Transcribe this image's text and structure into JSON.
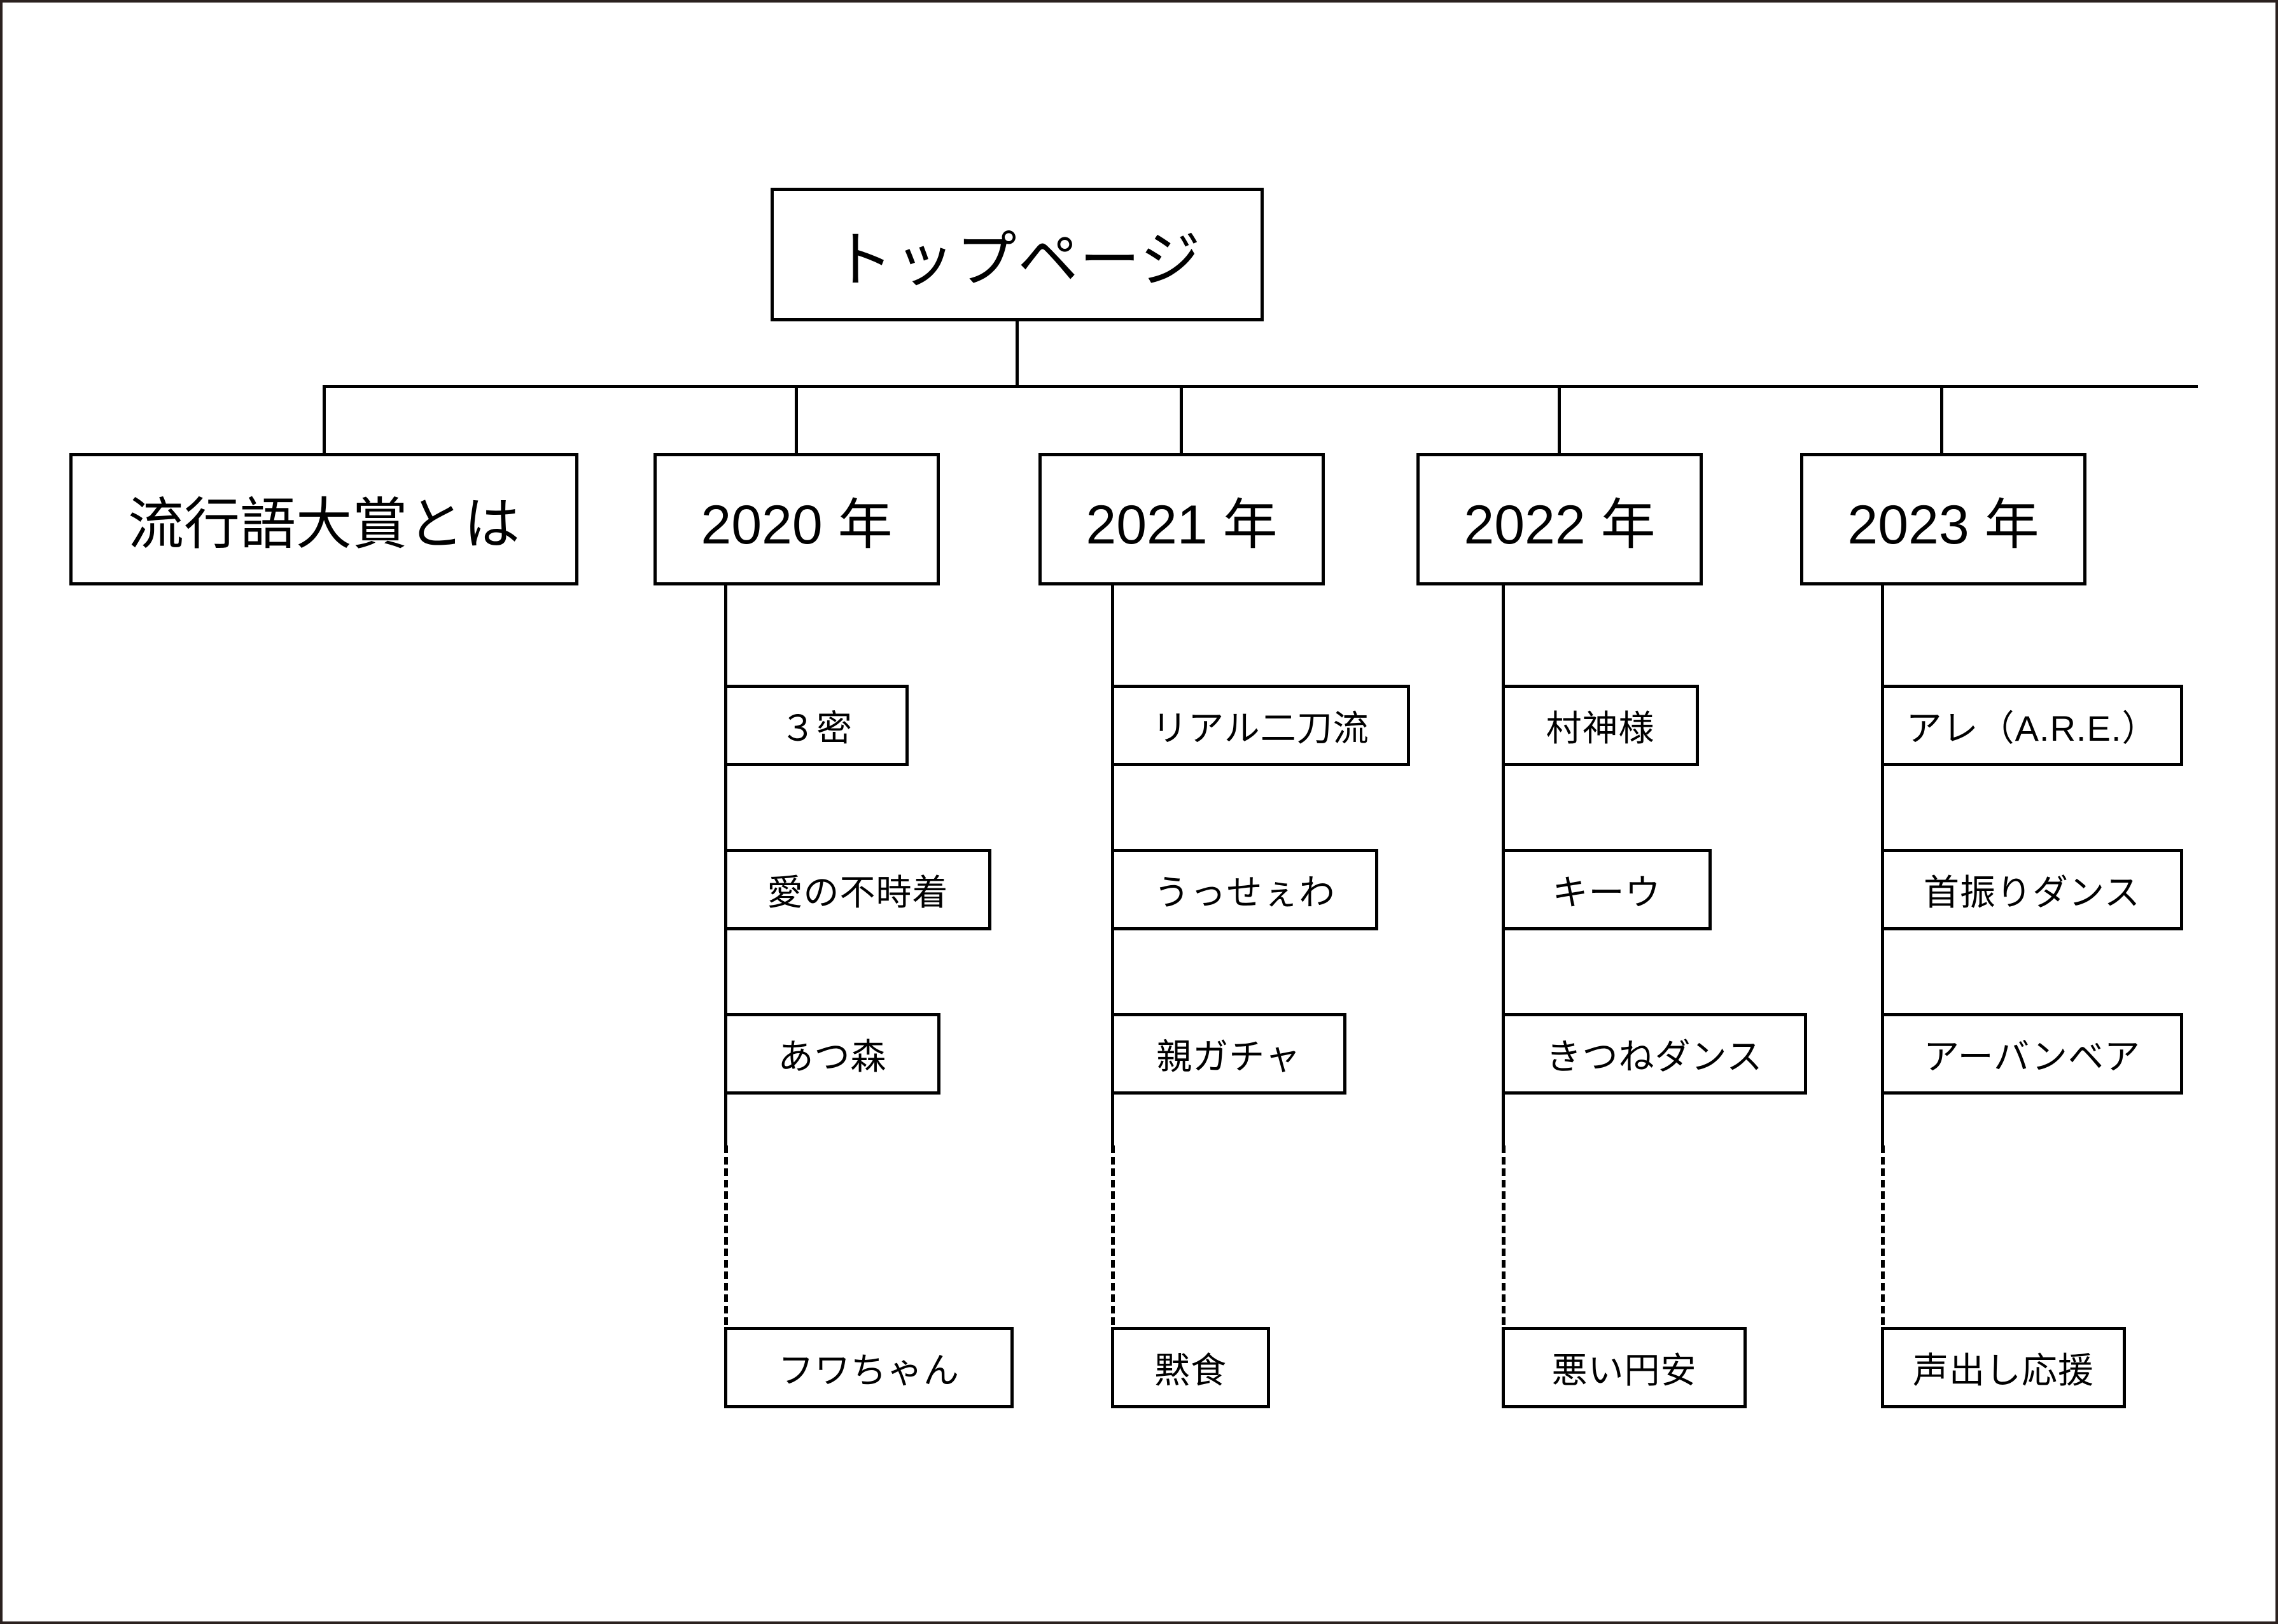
{
  "diagram": {
    "type": "sitemap-tree",
    "title_node": "トップページ",
    "root": {
      "label": "トップページ"
    },
    "level2": [
      {
        "label": "流行語大賞とは"
      },
      {
        "label": "2020 年"
      },
      {
        "label": "2021 年"
      },
      {
        "label": "2022 年"
      },
      {
        "label": "2023 年"
      }
    ],
    "columns": [
      {
        "year": "2020 年",
        "children": [
          "３密",
          "愛の不時着",
          "あつ森"
        ],
        "truncation": "dashed-connector",
        "last_child": "フワちゃん"
      },
      {
        "year": "2021 年",
        "children": [
          "リアル二刀流",
          "うっせぇわ",
          "親ガチャ"
        ],
        "truncation": "dashed-connector",
        "last_child": "黙食"
      },
      {
        "year": "2022 年",
        "children": [
          "村神様",
          "キーウ",
          "きつねダンス"
        ],
        "truncation": "dashed-connector",
        "last_child": "悪い円安"
      },
      {
        "year": "2023 年",
        "children": [
          "アレ（A.R.E.）",
          "首振りダンス",
          "アーバンベア"
        ],
        "truncation": "dashed-connector",
        "last_child": "声出し応援"
      }
    ],
    "colors": {
      "stroke": "#000000",
      "fill": "#ffffff",
      "frame": "#2b211f"
    }
  }
}
